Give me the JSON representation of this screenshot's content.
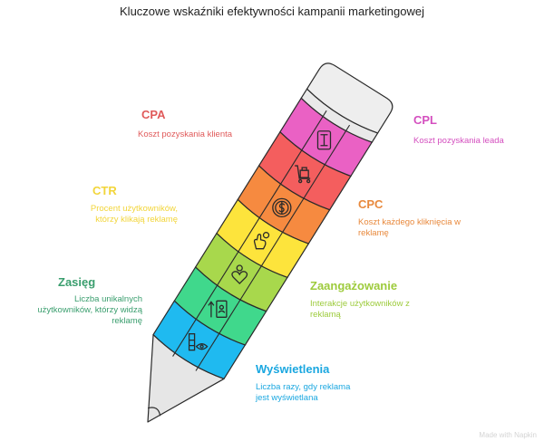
{
  "title": "Kluczowe wskaźniki efektywności kampanii marketingowej",
  "metrics": [
    {
      "name": "CPL",
      "desc": "Koszt pozyskania leada",
      "color": "#d44fbf",
      "band": "#ea61c4",
      "icon": "document-icon"
    },
    {
      "name": "CPA",
      "desc": "Koszt pozyskania klienta",
      "color": "#e05a5a",
      "band": "#f45e5e",
      "icon": "shopping-cart-icon"
    },
    {
      "name": "CPC",
      "desc": "Koszt każdego kliknięcia w reklamę",
      "desc_lines": [
        "Koszt każdego kliknięcia w",
        "reklamę"
      ],
      "color": "#e8893d",
      "band": "#f68a40",
      "icon": "dollar-coin-icon"
    },
    {
      "name": "CTR",
      "desc_lines": [
        "Procent użytkowników,",
        "którzy klikają reklamę"
      ],
      "color": "#f2d53a",
      "band": "#fde43c",
      "icon": "click-hand-icon"
    },
    {
      "name": "Zaangażowanie",
      "desc_lines": [
        "Interakcje użytkowników z",
        "reklamą"
      ],
      "color": "#9dcb3c",
      "band": "#a8d84c",
      "icon": "person-heart-icon"
    },
    {
      "name": "Zasięg",
      "desc_lines": [
        "Liczba unikalnych",
        "użytkowników, którzy widzą",
        "reklamę"
      ],
      "color": "#3a9e6e",
      "band": "#40d88c",
      "icon": "reach-user-icon"
    },
    {
      "name": "Wyświetlenia",
      "desc_lines": [
        "Liczba razy, gdy reklama",
        "jest wyświetlana"
      ],
      "color": "#1aa7e0",
      "band": "#1fbaf0",
      "icon": "eye-view-icon"
    }
  ],
  "watermark": "Made with Napkin"
}
